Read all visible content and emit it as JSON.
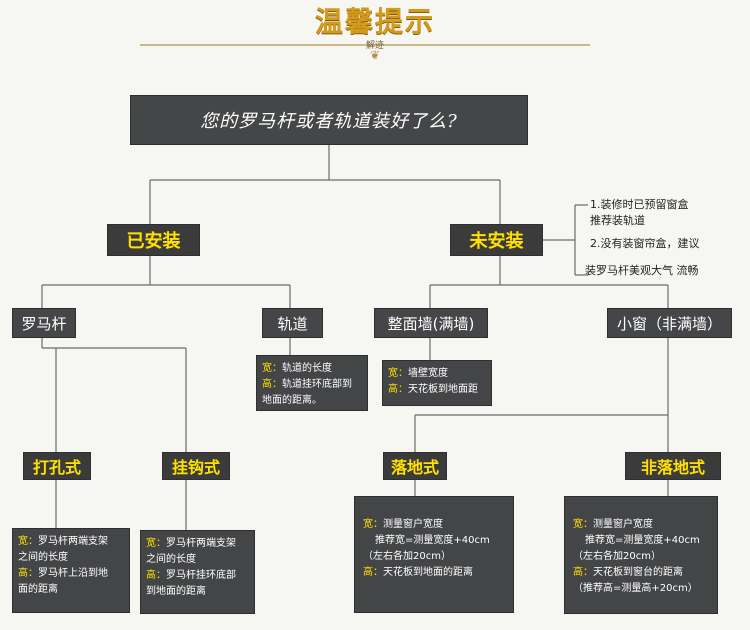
{
  "header": {
    "title": "温馨提示",
    "subtitle": "解迹"
  },
  "question": "您的罗马杆或者轨道装好了么?",
  "branches": {
    "installed": {
      "label": "已安装",
      "roman_rod": {
        "label": "罗马杆",
        "drill": {
          "label": "打孔式",
          "lines": [
            {
              "key": "宽：",
              "text": "罗马杆两端支架"
            },
            {
              "key": "",
              "text": "之间的长度"
            },
            {
              "key": "高：",
              "text": "罗马杆上沿到地"
            },
            {
              "key": "",
              "text": "面的距离"
            }
          ]
        },
        "hook": {
          "label": "挂钩式",
          "lines": [
            {
              "key": "宽：",
              "text": "罗马杆两端支架"
            },
            {
              "key": "",
              "text": "之间的长度"
            },
            {
              "key": "高：",
              "text": "罗马杆挂环底部"
            },
            {
              "key": "",
              "text": "到地面的距离"
            }
          ]
        }
      },
      "track": {
        "label": "轨道",
        "lines": [
          {
            "key": "宽：",
            "text": "轨道的长度"
          },
          {
            "key": "高：",
            "text": "轨道挂环底部到"
          },
          {
            "key": "",
            "text": "地面的距离。"
          }
        ]
      }
    },
    "uninstalled": {
      "label": "未安装",
      "notes": [
        "1.装修时已预留窗盒\n推荐装轨道",
        "2.没有装窗帘盒，建议",
        "装罗马杆美观大气 流畅"
      ],
      "full_wall": {
        "label": "整面墙(满墙)",
        "lines": [
          {
            "key": "宽：",
            "text": "墙壁宽度"
          },
          {
            "key": "高：",
            "text": "天花板到地面距"
          }
        ]
      },
      "small_window": {
        "label": "小窗（非满墙）"
      },
      "floor": {
        "label": "落地式",
        "lines": [
          {
            "key": "宽：",
            "text": "测量窗户宽度"
          },
          {
            "key": "",
            "text": "推荐宽=测量宽度+40cm",
            "indent": true
          },
          {
            "key": "",
            "text": "（左右各加20cm）"
          },
          {
            "key": "高：",
            "text": "天花板到地面的距离"
          }
        ]
      },
      "non_floor": {
        "label": "非落地式",
        "lines": [
          {
            "key": "宽：",
            "text": "测量窗户宽度"
          },
          {
            "key": "",
            "text": "推荐宽=测量宽度+40cm",
            "indent": true
          },
          {
            "key": "",
            "text": "（左右各加20cm）"
          },
          {
            "key": "高：",
            "text": "天花板到窗台的距离"
          },
          {
            "key": "",
            "text": "（推荐高=测量高+20cm）"
          }
        ]
      }
    }
  }
}
